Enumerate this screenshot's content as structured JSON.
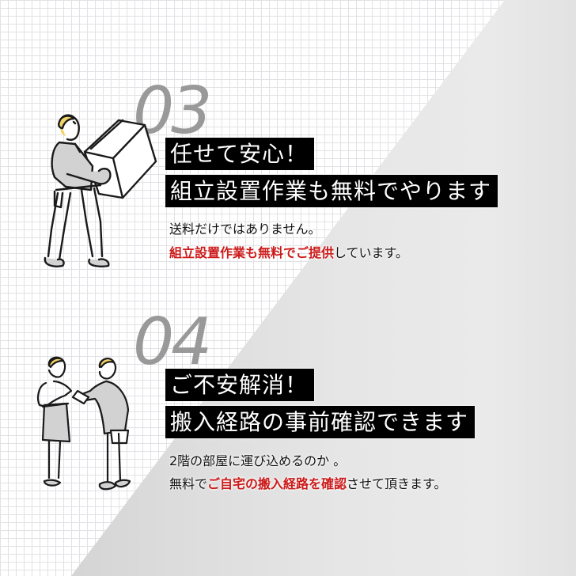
{
  "colors": {
    "accent_red": "#cc1a1a",
    "label_bg": "#000000",
    "label_text": "#ffffff",
    "number_gray": "#999999",
    "grid_line": "#e2e2e6",
    "hair_yellow": "#f2d365"
  },
  "sections": [
    {
      "number": "03",
      "illustration": "worker-carrying-box-icon",
      "label_lines": [
        "任せて安心！",
        "組立設置作業も無料でやります"
      ],
      "desc_line1": "送料だけではありません。",
      "desc_line2": {
        "red": "組立設置作業も無料でご提供",
        "normal_after": "しています。"
      }
    },
    {
      "number": "04",
      "illustration": "staff-consulting-customer-icon",
      "label_lines": [
        "ご不安解消！",
        "搬入経路の事前確認できます"
      ],
      "desc_line1": "2階の部屋に運び込めるのか 。",
      "desc_line2": {
        "normal_before": "無料で",
        "red": "ご自宅の搬入経路を確認",
        "normal_after": "させて頂きます。"
      }
    }
  ]
}
